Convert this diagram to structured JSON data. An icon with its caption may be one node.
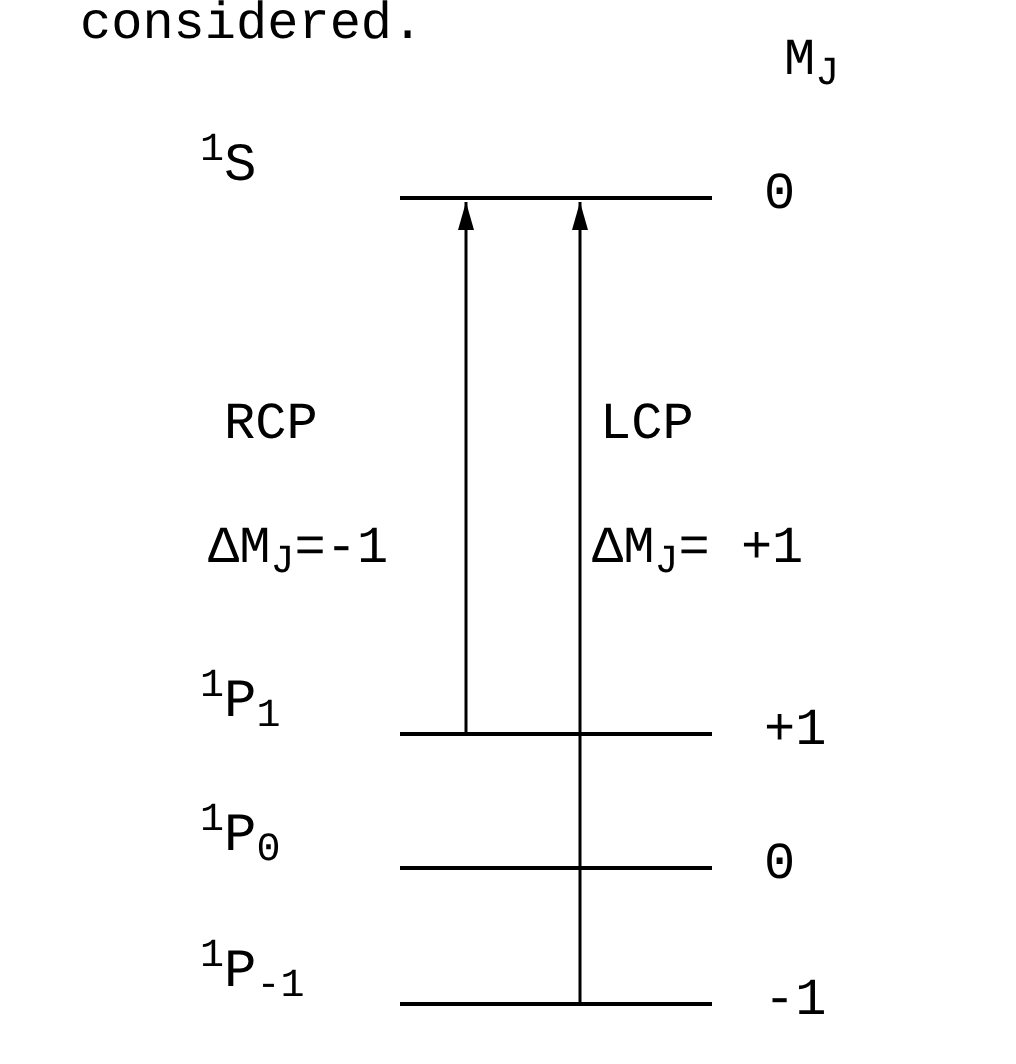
{
  "diagram": {
    "nodes": [
      {
        "text": [
          "$^{1}$S"
        ],
        "beside": [
          "0"
        ]
      },
      {
        "text": [
          "$^{1}$P$_{1}$"
        ],
        "beside": [
          "+1"
        ]
      },
      {
        "text": [
          "$^{1}$P$_{0}$"
        ],
        "beside": [
          "0"
        ]
      },
      {
        "text": [
          "$^{1}$P$_{-1}$"
        ],
        "beside": [
          "-1"
        ]
      }
    ],
    "edges": [
      {
        "from": 1,
        "to": 0,
        "arrow": "to"
      },
      {
        "from": 3,
        "to": 0,
        "arrow": "to"
      }
    ],
    "labels": [
      "considered.",
      "M$_{J}$",
      "RCP",
      "LCP",
      "ΔM$_{J}$=-1",
      "ΔM$_{J}$= +1"
    ]
  }
}
